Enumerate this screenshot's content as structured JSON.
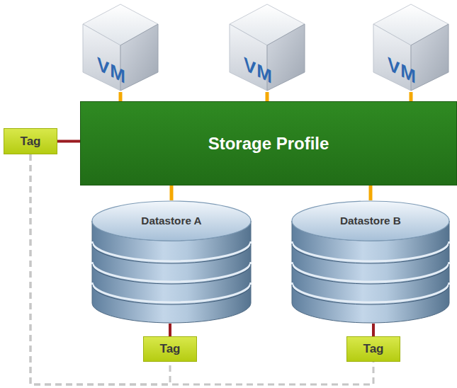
{
  "diagram": {
    "nodes": [
      {
        "text": [
          "VM"
        ]
      },
      {
        "text": [
          "VM"
        ]
      },
      {
        "text": [
          "VM"
        ]
      },
      {
        "text": [
          "Tag"
        ]
      },
      {
        "text": [
          "Storage Profile"
        ]
      },
      {
        "text": [
          "Datastore A"
        ]
      },
      {
        "text": [
          "Datastore B"
        ]
      },
      {
        "text": [
          "Tag"
        ]
      },
      {
        "text": [
          "Tag"
        ]
      }
    ],
    "edges": [
      {
        "from": 0,
        "to": 4,
        "arrow": "none"
      },
      {
        "from": 1,
        "to": 4,
        "arrow": "none"
      },
      {
        "from": 2,
        "to": 4,
        "arrow": "none"
      },
      {
        "from": 3,
        "to": 4,
        "arrow": "none"
      },
      {
        "from": 4,
        "to": 5,
        "arrow": "none"
      },
      {
        "from": 4,
        "to": 6,
        "arrow": "none"
      },
      {
        "from": 5,
        "to": 7,
        "arrow": "none"
      },
      {
        "from": 6,
        "to": 8,
        "arrow": "none"
      },
      {
        "from": 3,
        "to": 7,
        "arrow": "none"
      },
      {
        "from": 3,
        "to": 8,
        "arrow": "none"
      }
    ]
  }
}
